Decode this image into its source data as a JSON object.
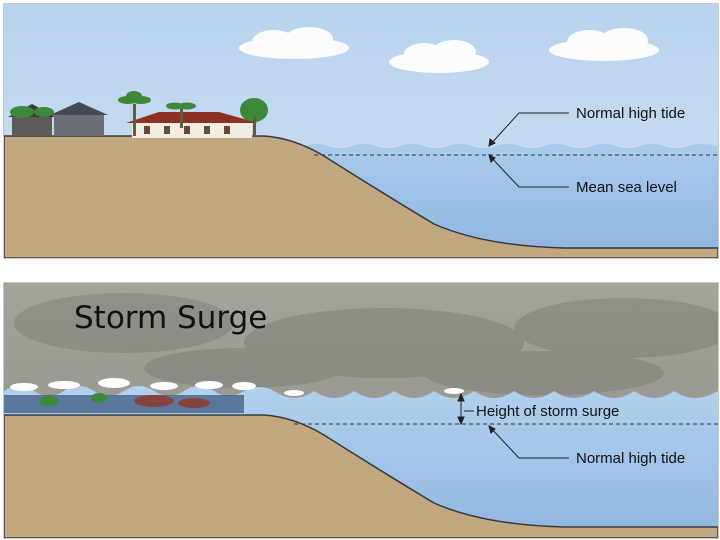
{
  "top_panel": {
    "labels": {
      "normal_high_tide": "Normal high tide",
      "mean_sea_level": "Mean sea level"
    }
  },
  "bottom_panel": {
    "title": "Storm Surge",
    "labels": {
      "height_of_storm_surge": "Height of storm surge",
      "normal_high_tide": "Normal high tide"
    }
  },
  "colors": {
    "sky_calm": "#c5dbf0",
    "sky_storm": "#9a9a92",
    "water": "#9cc1e6",
    "sand": "#c1a880"
  }
}
